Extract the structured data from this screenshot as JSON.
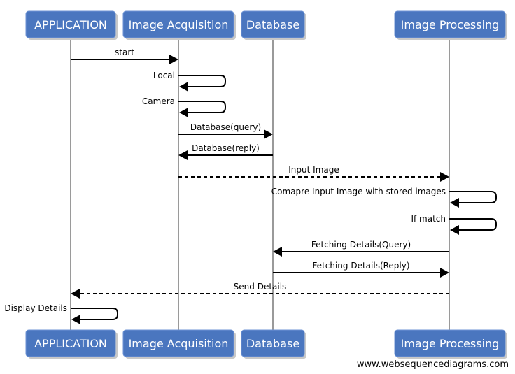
{
  "participants": [
    {
      "id": "app",
      "label": "APPLICATION"
    },
    {
      "id": "acq",
      "label": "Image Acquisition"
    },
    {
      "id": "db",
      "label": "Database"
    },
    {
      "id": "proc",
      "label": "Image Processing"
    }
  ],
  "messages": [
    {
      "from": "app",
      "to": "acq",
      "label": "start",
      "dashed": false
    },
    {
      "from": "acq",
      "to": "acq",
      "label": "Local",
      "dashed": false
    },
    {
      "from": "acq",
      "to": "acq",
      "label": "Camera",
      "dashed": false
    },
    {
      "from": "acq",
      "to": "db",
      "label": "Database(query)",
      "dashed": false
    },
    {
      "from": "db",
      "to": "acq",
      "label": "Database(reply)",
      "dashed": false
    },
    {
      "from": "acq",
      "to": "proc",
      "label": "Input Image",
      "dashed": true
    },
    {
      "from": "proc",
      "to": "proc",
      "label": "Comapre Input Image with stored images",
      "dashed": false
    },
    {
      "from": "proc",
      "to": "proc",
      "label": "If match",
      "dashed": false
    },
    {
      "from": "proc",
      "to": "db",
      "label": "Fetching Details(Query)",
      "dashed": false
    },
    {
      "from": "db",
      "to": "proc",
      "label": "Fetching Details(Reply)",
      "dashed": false
    },
    {
      "from": "proc",
      "to": "app",
      "label": "Send Details",
      "dashed": true
    },
    {
      "from": "app",
      "to": "app",
      "label": "Display Details",
      "dashed": false
    }
  ],
  "watermark": "www.websequencediagrams.com"
}
